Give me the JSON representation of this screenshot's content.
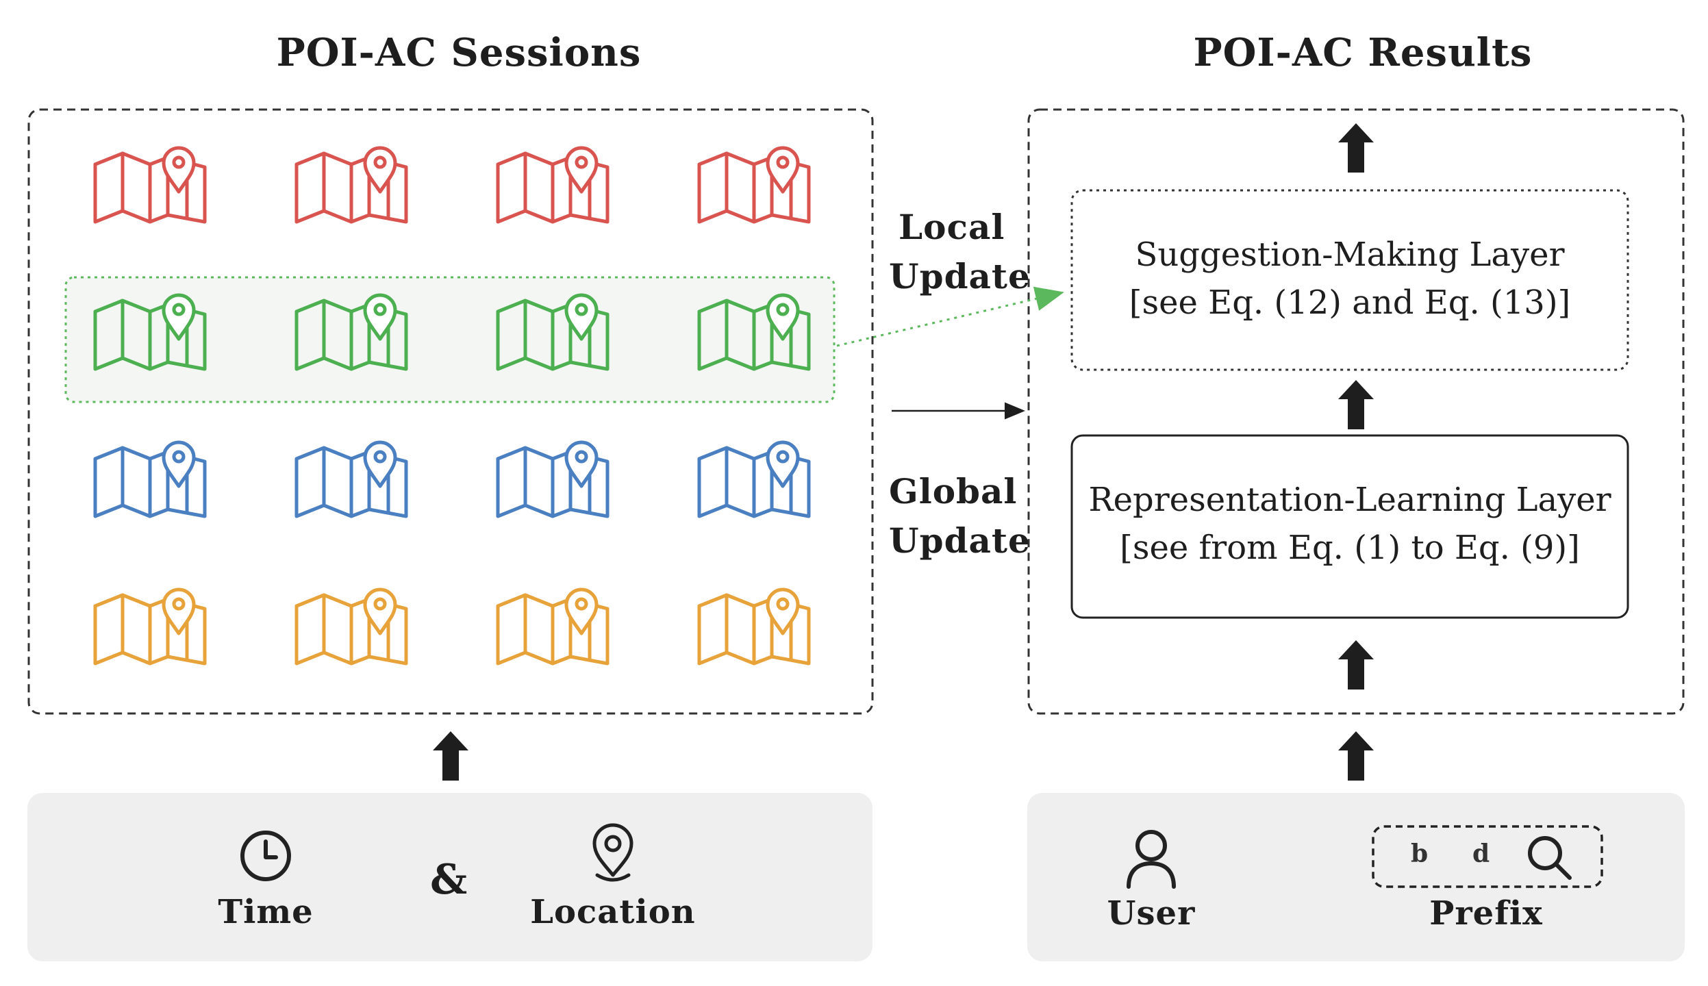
{
  "titles": {
    "sessions": "POI-AC Sessions",
    "results": "POI-AC Results"
  },
  "updates": {
    "local_line1": "Local",
    "local_line2": "Update",
    "global_line1": "Global",
    "global_line2": "Update"
  },
  "layers": {
    "suggestion_title": "Suggestion-Making Layer",
    "suggestion_ref": "[see Eq. (12) and Eq. (13)]",
    "representation_title": "Representation-Learning Layer",
    "representation_ref": "[see from Eq. (1) to Eq. (9)]"
  },
  "inputs_left": {
    "time_label": "Time",
    "amp": "&",
    "location_label": "Location"
  },
  "inputs_right": {
    "user_label": "User",
    "prefix_label": "Prefix",
    "prefix_chars": [
      "b",
      "d"
    ]
  },
  "session_rows": [
    {
      "color": "#d9534f",
      "icon": "map-pin-icon",
      "count": 4
    },
    {
      "color": "#4caf50",
      "icon": "map-pin-icon",
      "count": 4
    },
    {
      "color": "#4a7fc1",
      "icon": "map-pin-icon",
      "count": 4
    },
    {
      "color": "#e8a23a",
      "icon": "map-pin-icon",
      "count": 4
    }
  ],
  "colors": {
    "highlight_border": "#5cb85c",
    "highlight_fill": "#f4f6f4",
    "panel_bg": "#efefef",
    "arrow": "#1e1e1e"
  }
}
